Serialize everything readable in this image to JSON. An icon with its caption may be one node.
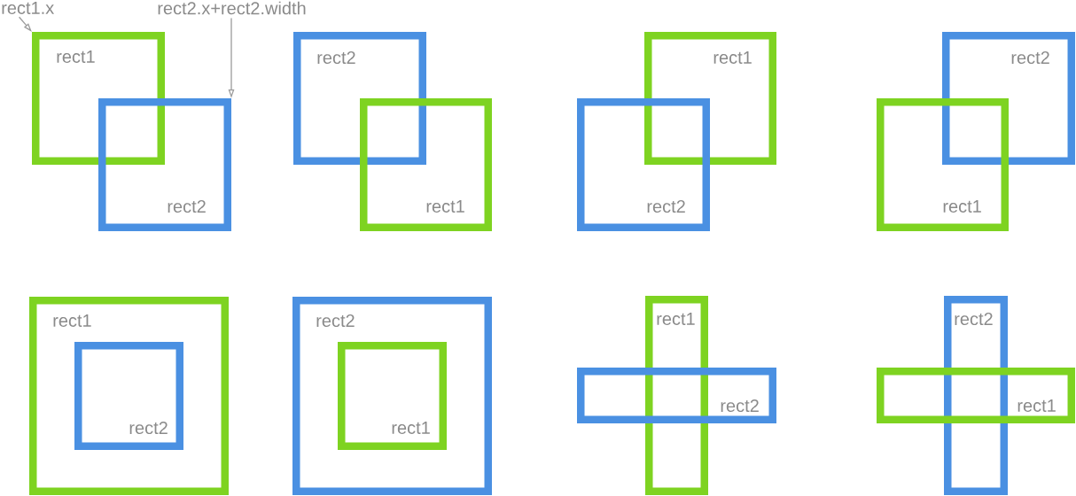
{
  "diagram": {
    "nodes": [
      {
        "text": [
          "rect1.x"
        ]
      },
      {
        "text": [
          "rect2.x+rect2.width"
        ]
      },
      {
        "text": [
          "rect1"
        ]
      },
      {
        "text": [
          "rect2"
        ]
      },
      {
        "text": [
          "rect2"
        ]
      },
      {
        "text": [
          "rect1"
        ]
      },
      {
        "text": [
          "rect1"
        ]
      },
      {
        "text": [
          "rect2"
        ]
      },
      {
        "text": [
          "rect2"
        ]
      },
      {
        "text": [
          "rect1"
        ]
      },
      {
        "text": [
          "rect1"
        ]
      },
      {
        "text": [
          "rect2"
        ],
        "in": 10
      },
      {
        "text": [
          "rect2"
        ]
      },
      {
        "text": [
          "rect1"
        ],
        "in": 12
      },
      {
        "text": [
          "rect1"
        ]
      },
      {
        "text": [
          "rect2"
        ]
      },
      {
        "text": [
          "rect2"
        ]
      },
      {
        "text": [
          "rect1"
        ]
      }
    ],
    "edges": [
      {
        "from": 0,
        "to": 2,
        "arrow": "to"
      },
      {
        "from": 1,
        "to": 3,
        "arrow": "to"
      }
    ]
  }
}
